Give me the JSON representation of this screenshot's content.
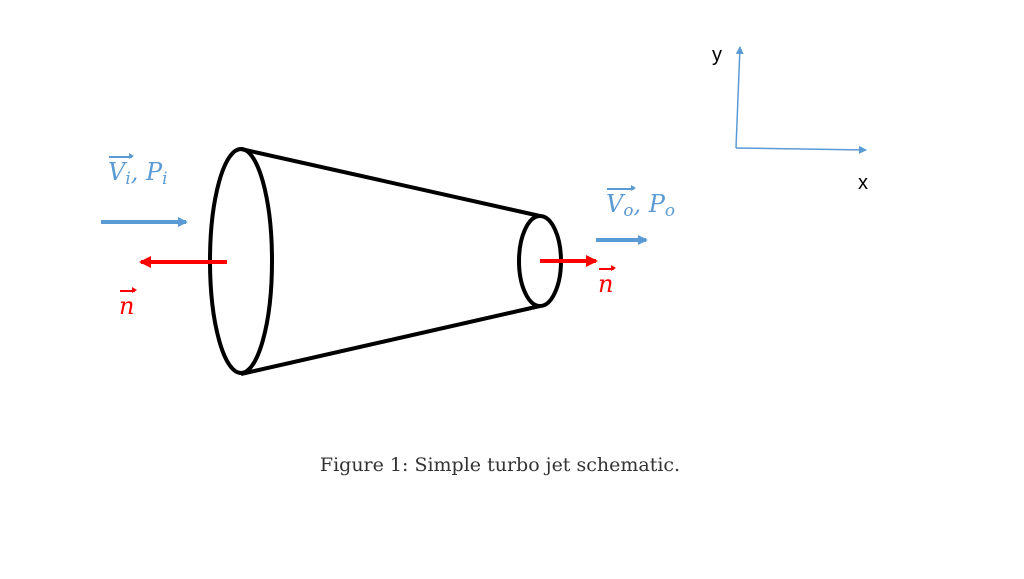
{
  "figure": {
    "caption": "Figure 1: Simple turbo jet schematic.",
    "colors": {
      "outline": "#000000",
      "velocity_arrow": "#5b9bd5",
      "normal_arrow": "#ff0000",
      "axis": "#5b9bd5",
      "caption_text": "#333333"
    }
  },
  "inlet": {
    "velocity_symbol": "V",
    "velocity_subscript": "i",
    "separator": ",",
    "pressure_symbol": "P",
    "pressure_subscript": "i",
    "normal_symbol": "n"
  },
  "outlet": {
    "velocity_symbol": "V",
    "velocity_subscript": "o",
    "separator": ",",
    "pressure_symbol": "P",
    "pressure_subscript": "o",
    "normal_symbol": "n"
  },
  "axes": {
    "x_label": "x",
    "y_label": "y"
  }
}
